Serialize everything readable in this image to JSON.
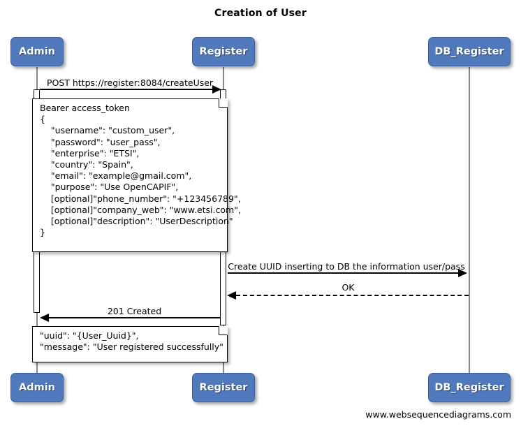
{
  "title": "Creation of User",
  "footer": "www.websequencediagrams.com",
  "colors": {
    "actor_fill": "#5079be",
    "actor_text": "#ffffff",
    "lifeline": "#878787",
    "line": "#000000",
    "background": "#ffffff"
  },
  "participants": [
    {
      "name": "Admin",
      "label": "Admin"
    },
    {
      "name": "Register",
      "label": "Register"
    },
    {
      "name": "DB_Register",
      "label": "DB_Register"
    }
  ],
  "messages": [
    {
      "label": "POST https://register:8084/createUser",
      "from": "Admin",
      "to": "Register",
      "style": "solid",
      "direction": "right"
    },
    {
      "label": "Create UUID inserting to DB the information user/pass",
      "from": "Register",
      "to": "DB_Register",
      "style": "solid",
      "direction": "right"
    },
    {
      "label": "OK",
      "from": "DB_Register",
      "to": "Register",
      "style": "dashed",
      "direction": "left"
    },
    {
      "label": "201 Created",
      "from": "Register",
      "to": "Admin",
      "style": "solid",
      "direction": "left"
    }
  ],
  "notes": [
    {
      "name": "request-body-note",
      "text": "Bearer access_token\n{\n    \"username\": \"custom_user\",\n    \"password\": \"user_pass\",\n    \"enterprise\": \"ETSI\",\n    \"country\": \"Spain\",\n    \"email\": \"example@gmail.com\",\n    \"purpose\": \"Use OpenCAPIF\",\n    [optional]\"phone_number\": \"+123456789\",\n    [optional]\"company_web\": \"www.etsi.com\",\n    [optional]\"description\": \"UserDescription\"\n}"
    },
    {
      "name": "response-body-note",
      "text": "\"uuid\": \"{User_Uuid}\",\n\"message\": \"User registered successfully\""
    }
  ]
}
